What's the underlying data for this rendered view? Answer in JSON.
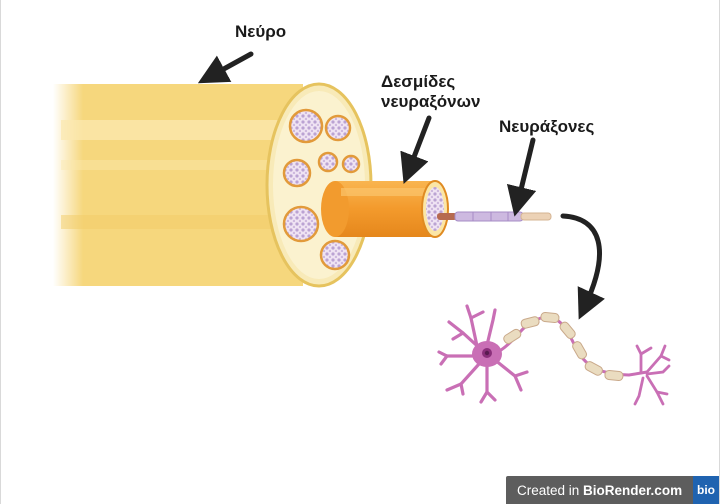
{
  "labels": {
    "nerve": "Νεύρο",
    "fascicle_line1": "Δεσμίδες",
    "fascicle_line2": "νευραξόνων",
    "axons": "Νευράξονες"
  },
  "watermark": {
    "prefix": "Created in ",
    "brand": "BioRender.com",
    "logo_text": "bio"
  },
  "colors": {
    "nerve_body": "#f6d77d",
    "nerve_stripe": "#fbe8b0",
    "fascicle": "#f6a23a",
    "axon": "#c9b3d8",
    "neuron": "#c96fb5",
    "myelin": "#eadcc0",
    "arrow": "#222222"
  }
}
